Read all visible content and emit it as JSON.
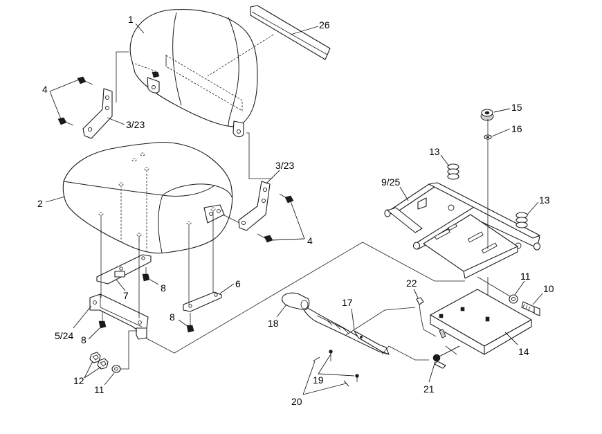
{
  "diagram": {
    "callouts": [
      {
        "id": "c1",
        "text": "1"
      },
      {
        "id": "c26",
        "text": "26"
      },
      {
        "id": "c4a",
        "text": "4"
      },
      {
        "id": "c323a",
        "text": "3/23"
      },
      {
        "id": "c2",
        "text": "2"
      },
      {
        "id": "c323b",
        "text": "3/23"
      },
      {
        "id": "c4b",
        "text": "4"
      },
      {
        "id": "c15",
        "text": "15"
      },
      {
        "id": "c16",
        "text": "16"
      },
      {
        "id": "c13a",
        "text": "13"
      },
      {
        "id": "c925",
        "text": "9/25"
      },
      {
        "id": "c13b",
        "text": "13"
      },
      {
        "id": "c7",
        "text": "7"
      },
      {
        "id": "c8a",
        "text": "8"
      },
      {
        "id": "c6",
        "text": "6"
      },
      {
        "id": "c8b",
        "text": "8"
      },
      {
        "id": "c524",
        "text": "5/24"
      },
      {
        "id": "c8c",
        "text": "8"
      },
      {
        "id": "c12",
        "text": "12"
      },
      {
        "id": "c11a",
        "text": "11"
      },
      {
        "id": "c22",
        "text": "22"
      },
      {
        "id": "c11b",
        "text": "11"
      },
      {
        "id": "c10",
        "text": "10"
      },
      {
        "id": "c17",
        "text": "17"
      },
      {
        "id": "c18",
        "text": "18"
      },
      {
        "id": "c14",
        "text": "14"
      },
      {
        "id": "c19",
        "text": "19"
      },
      {
        "id": "c21",
        "text": "21"
      },
      {
        "id": "c20",
        "text": "20"
      }
    ]
  }
}
